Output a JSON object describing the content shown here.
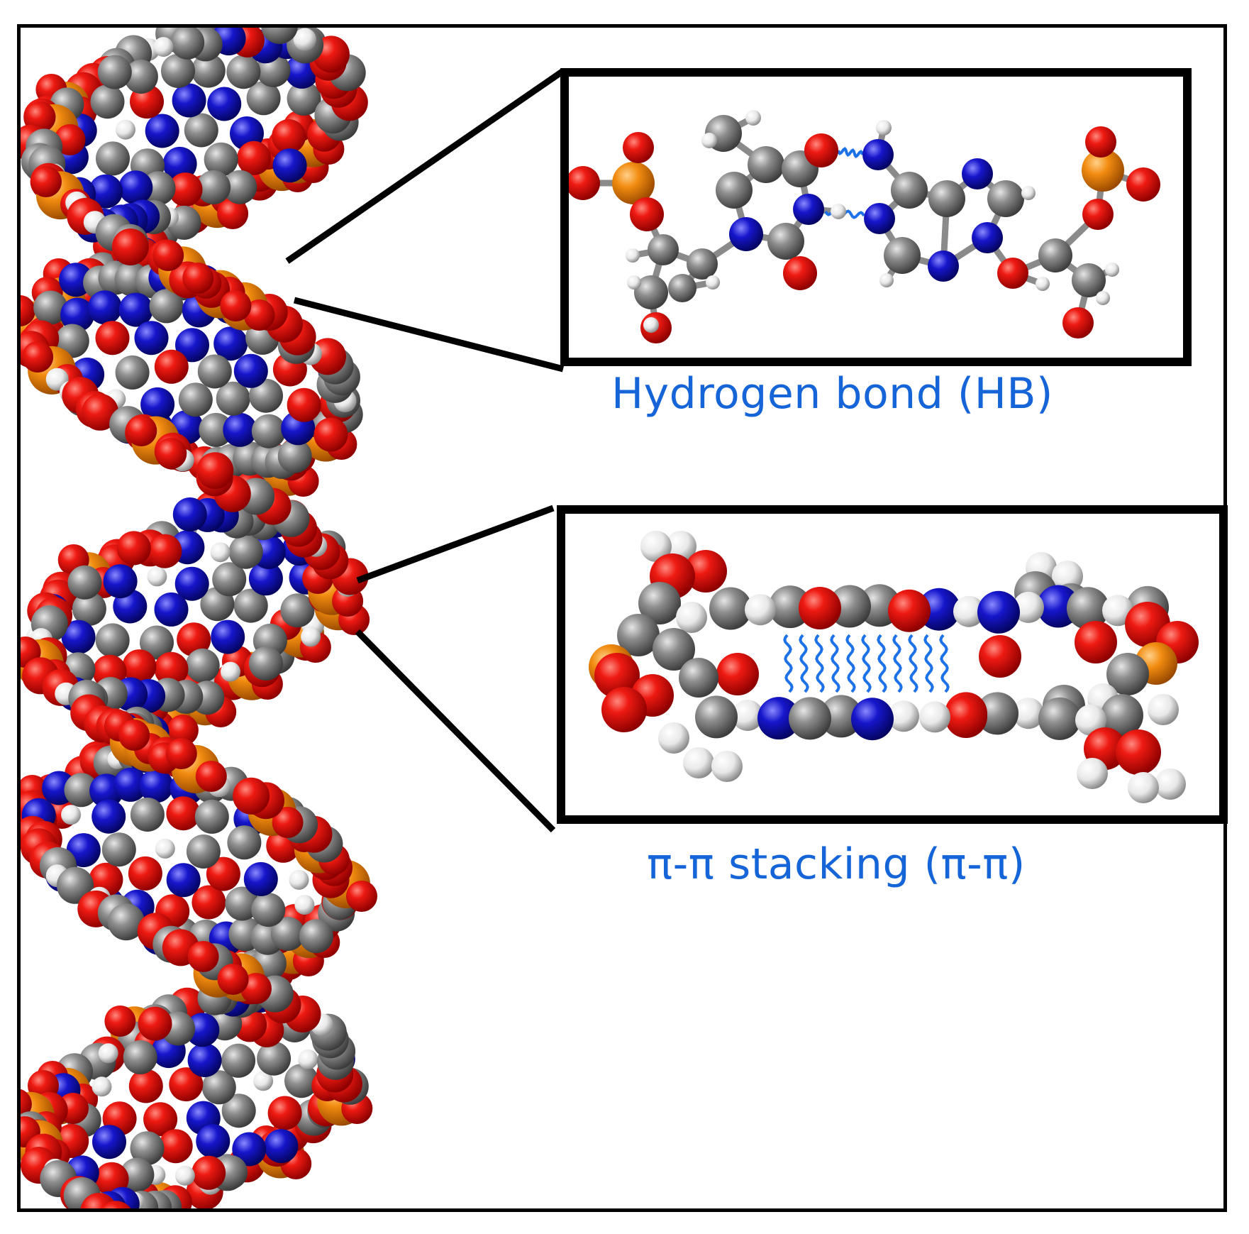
{
  "figure": {
    "panels": [
      {
        "id": "hydrogen-bond",
        "caption": "Hydrogen bond (HB)"
      },
      {
        "id": "pi-stacking",
        "caption": "π-π stacking (π-π)"
      }
    ]
  },
  "colors": {
    "oxygen": "#e01010",
    "phosphorus": "#f08a12",
    "carbon": "#8c8c8c",
    "nitrogen": "#1a1ad0",
    "hydrogen": "#f2f2f2",
    "interaction": "#1e72e8",
    "caption": "#1565d8",
    "frame": "#000000"
  },
  "icons": {
    "dna_helix": "dna-double-helix-space-filling-model",
    "hb_pair": "base-pair-ball-and-stick",
    "pi_stack": "stacked-base-pairs-space-filling"
  }
}
